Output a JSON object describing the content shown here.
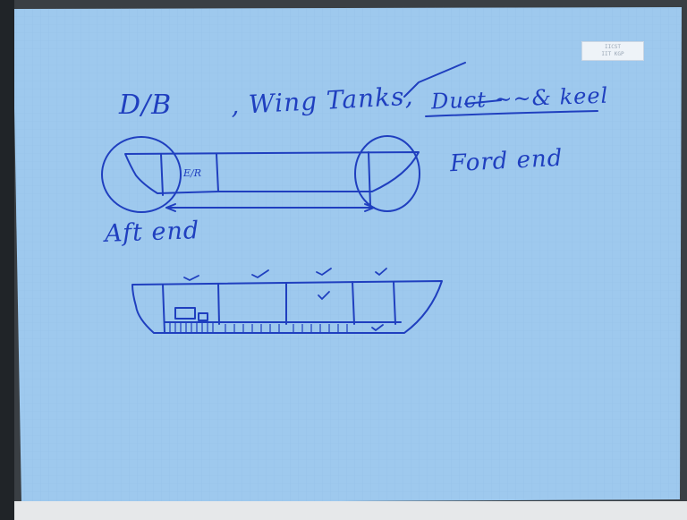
{
  "sheet": {
    "paper_color": "#9ec9ee",
    "grid_color": "#8fbde6",
    "ink_color": "#1f3fbf",
    "background_color": "#3a3f44"
  },
  "sticker": {
    "line1": "IICST",
    "line2": "IIT KGP"
  },
  "notes": {
    "heading_db": "D/B",
    "heading_wing": ", Wing Tanks,",
    "heading_duct": "Duct ~~& keel",
    "label_er": "E/R",
    "label_ford": "Ford end",
    "label_aft": "Aft end"
  }
}
